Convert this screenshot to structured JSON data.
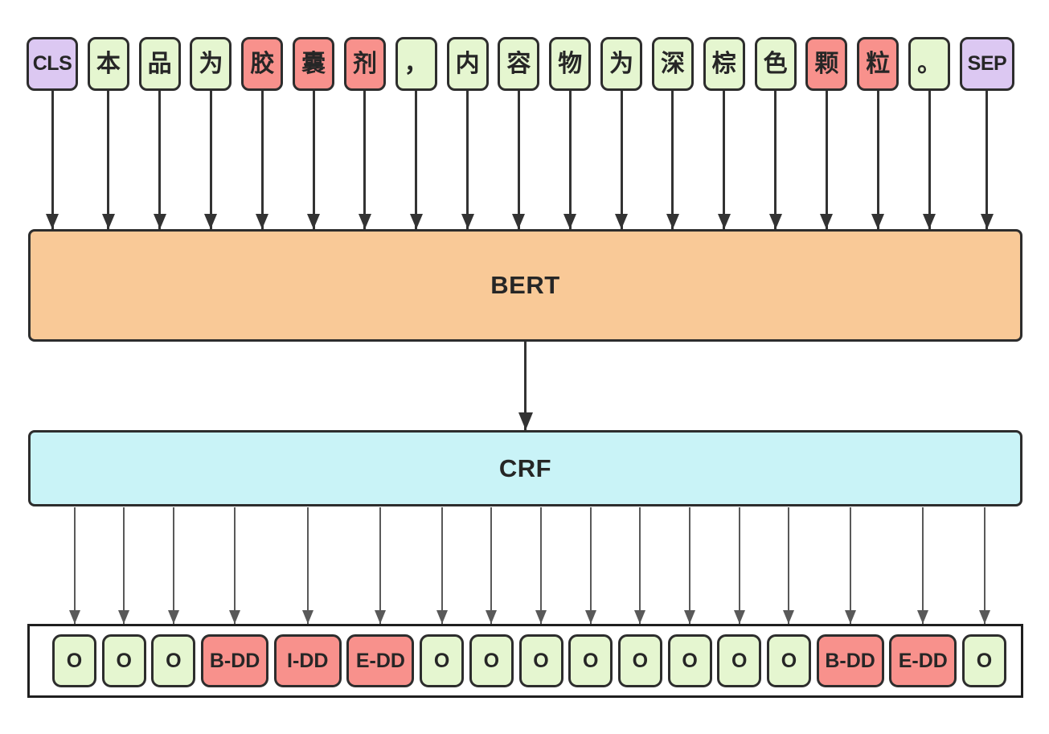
{
  "tokens": [
    {
      "label": "CLS",
      "type": "special"
    },
    {
      "label": "本",
      "type": "normal"
    },
    {
      "label": "品",
      "type": "normal"
    },
    {
      "label": "为",
      "type": "normal"
    },
    {
      "label": "胶",
      "type": "entity"
    },
    {
      "label": "囊",
      "type": "entity"
    },
    {
      "label": "剂",
      "type": "entity"
    },
    {
      "label": "，",
      "type": "normal"
    },
    {
      "label": "内",
      "type": "normal"
    },
    {
      "label": "容",
      "type": "normal"
    },
    {
      "label": "物",
      "type": "normal"
    },
    {
      "label": "为",
      "type": "normal"
    },
    {
      "label": "深",
      "type": "normal"
    },
    {
      "label": "棕",
      "type": "normal"
    },
    {
      "label": "色",
      "type": "normal"
    },
    {
      "label": "颗",
      "type": "entity"
    },
    {
      "label": "粒",
      "type": "entity"
    },
    {
      "label": "。",
      "type": "normal"
    },
    {
      "label": "SEP",
      "type": "special"
    }
  ],
  "bert": {
    "label": "BERT"
  },
  "crf": {
    "label": "CRF"
  },
  "output_labels": [
    {
      "label": "O",
      "type": "normal"
    },
    {
      "label": "O",
      "type": "normal"
    },
    {
      "label": "O",
      "type": "normal"
    },
    {
      "label": "B-DD",
      "type": "entity"
    },
    {
      "label": "I-DD",
      "type": "entity"
    },
    {
      "label": "E-DD",
      "type": "entity"
    },
    {
      "label": "O",
      "type": "normal"
    },
    {
      "label": "O",
      "type": "normal"
    },
    {
      "label": "O",
      "type": "normal"
    },
    {
      "label": "O",
      "type": "normal"
    },
    {
      "label": "O",
      "type": "normal"
    },
    {
      "label": "O",
      "type": "normal"
    },
    {
      "label": "O",
      "type": "normal"
    },
    {
      "label": "O",
      "type": "normal"
    },
    {
      "label": "B-DD",
      "type": "entity"
    },
    {
      "label": "E-DD",
      "type": "entity"
    },
    {
      "label": "O",
      "type": "normal"
    }
  ],
  "colors": {
    "special_token_fill": "#dcc8f2",
    "normal_token_fill": "#e5f6d0",
    "entity_token_fill": "#f8918c",
    "bert_fill": "#f9c997",
    "crf_fill": "#c9f3f7",
    "box_border": "#2d2d2d",
    "arrow_dark": "#333333",
    "arrow_gray": "#595959"
  }
}
